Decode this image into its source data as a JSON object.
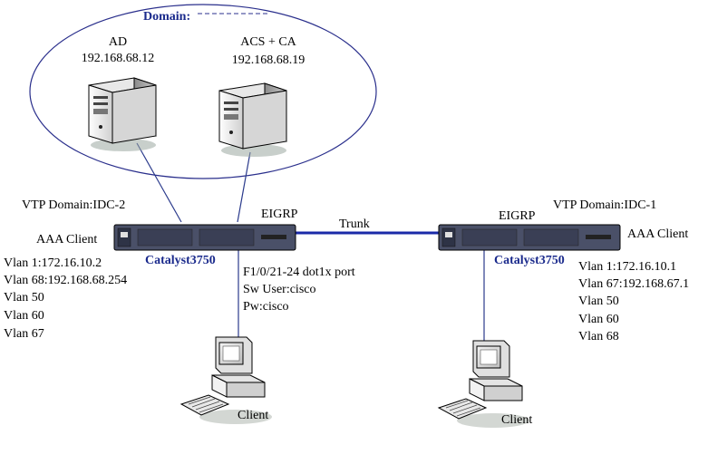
{
  "domain_label": "Domain:",
  "servers": [
    {
      "name": "AD",
      "ip": "192.168.68.12",
      "icon": "server-icon"
    },
    {
      "name": "ACS + CA",
      "ip": "192.168.68.19",
      "icon": "server-icon"
    }
  ],
  "left_switch": {
    "vtp": "VTP Domain:IDC-2",
    "protocol": "EIGRP",
    "role": "AAA Client",
    "model": "Catalyst3750",
    "vlans": [
      "Vlan 1:172.16.10.2",
      "Vlan 68:192.168.68.254",
      "Vlan 50",
      "Vlan 60",
      "Vlan 67"
    ],
    "port_info": [
      "F1/0/21-24 dot1x port",
      "Sw User:cisco",
      "Pw:cisco"
    ],
    "icon": "switch-icon"
  },
  "right_switch": {
    "vtp": "VTP Domain:IDC-1",
    "protocol": "EIGRP",
    "role": "AAA Client",
    "model": "Catalyst3750",
    "vlans": [
      "Vlan 1:172.16.10.1",
      "Vlan 67:192.168.67.1",
      "Vlan 50",
      "Vlan 60",
      "Vlan 68"
    ],
    "icon": "switch-icon"
  },
  "link_label": "Trunk",
  "clients": [
    {
      "label": "Client",
      "icon": "workstation-icon"
    },
    {
      "label": "Client",
      "icon": "workstation-icon"
    }
  ],
  "colors": {
    "trunk": "#1a2aa8",
    "link": "#2a3a8c",
    "model_text": "#1a2a8c",
    "switch_body": "#4a5068"
  }
}
